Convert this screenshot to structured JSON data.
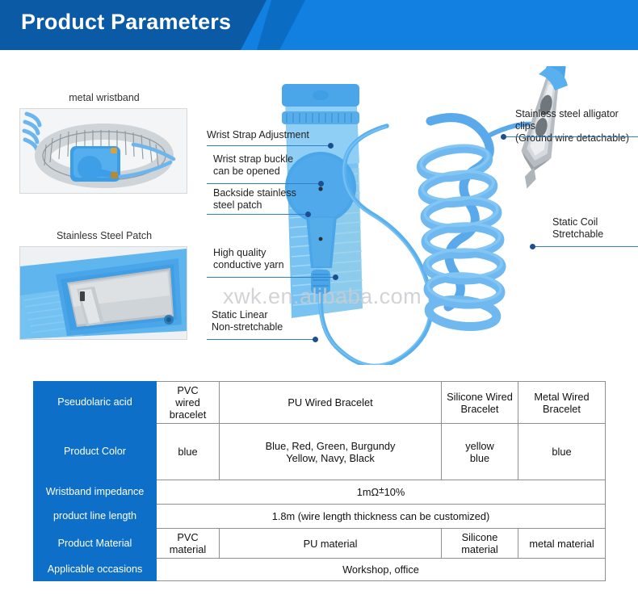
{
  "header": {
    "title": "Product Parameters",
    "dark_blue": "#0b5aa5",
    "light_blue": "#1180e0"
  },
  "watermark": {
    "text": "xwk.en.alibaba.com"
  },
  "photos": {
    "inset_metal_wristband_caption": "metal wristband",
    "inset_steel_patch_caption": "Stainless Steel Patch"
  },
  "annotations": [
    {
      "id": "wrist-strap-adjustment",
      "lines": [
        "Wrist Strap Adjustment"
      ]
    },
    {
      "id": "wrist-strap-buckle",
      "lines": [
        "Wrist strap buckle",
        "can be opened"
      ]
    },
    {
      "id": "backside-stainless-steel-patch",
      "lines": [
        "Backside stainless",
        "steel patch"
      ]
    },
    {
      "id": "high-quality-conductive-yarn",
      "lines": [
        "High quality",
        "conductive yarn"
      ]
    },
    {
      "id": "static-linear-non-stretchable",
      "lines": [
        "Static Linear",
        "Non-stretchable"
      ]
    },
    {
      "id": "stainless-steel-alligator-clips",
      "lines": [
        "Stainless steel alligator clips",
        "(Ground wire detachable)"
      ]
    },
    {
      "id": "static-coil-stretchable",
      "lines": [
        "Static Coil",
        "Stretchable"
      ]
    }
  ],
  "table": {
    "accent": "#0d6fc8",
    "rows": [
      {
        "label": "Pseudolaric acid",
        "cells": [
          {
            "text": "PVC\nwired bracelet"
          },
          {
            "text": "PU Wired Bracelet"
          },
          {
            "text": "Silicone Wired\nBracelet"
          },
          {
            "text": "Metal Wired\nBracelet"
          }
        ]
      },
      {
        "label": "Product Color",
        "cells": [
          {
            "text": "blue"
          },
          {
            "text": "Blue, Red, Green, Burgundy\nYellow, Navy, Black"
          },
          {
            "text": "yellow\nblue"
          },
          {
            "text": "blue"
          }
        ]
      },
      {
        "label": "Wristband impedance",
        "cells": [
          {
            "text": "1mΩ±10%",
            "span": 4,
            "special": "impedance"
          }
        ]
      },
      {
        "label": "product line length",
        "cells": [
          {
            "text": "1.8m (wire length thickness can be customized)",
            "span": 4
          }
        ]
      },
      {
        "label": "Product Material",
        "cells": [
          {
            "text": "PVC material"
          },
          {
            "text": "PU material"
          },
          {
            "text": "Silicone\nmaterial"
          },
          {
            "text": "metal material"
          }
        ]
      },
      {
        "label": "Applicable occasions",
        "cells": [
          {
            "text": "Workshop, office",
            "span": 4
          }
        ]
      }
    ]
  },
  "impedance": {
    "prefix": "1mΩ",
    "pm": "±",
    "suffix": "10%"
  }
}
